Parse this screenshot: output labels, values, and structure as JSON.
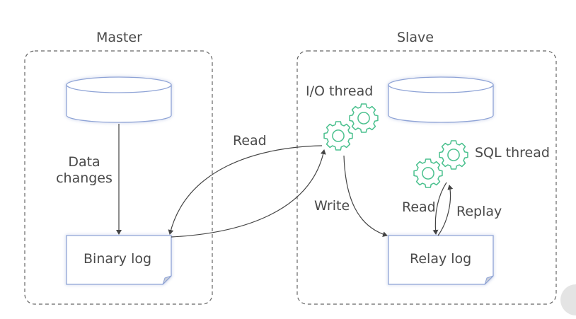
{
  "diagram": {
    "master": {
      "title": "Master",
      "edge_label": "Data\nchanges",
      "edge_label_lines": [
        "Data",
        "changes"
      ],
      "log_label": "Binary log"
    },
    "slave": {
      "title": "Slave",
      "io_thread_label": "I/O thread",
      "sql_thread_label": "SQL thread",
      "log_label": "Relay log",
      "write_label": "Write",
      "read_label": "Read",
      "replay_label": "Replay"
    },
    "cross_read_label": "Read",
    "colors": {
      "box_border": "#8ea3d6",
      "gear": "#4cc18f",
      "dash": "#666666",
      "arrow": "#444444",
      "text": "#4a4a4a"
    }
  }
}
